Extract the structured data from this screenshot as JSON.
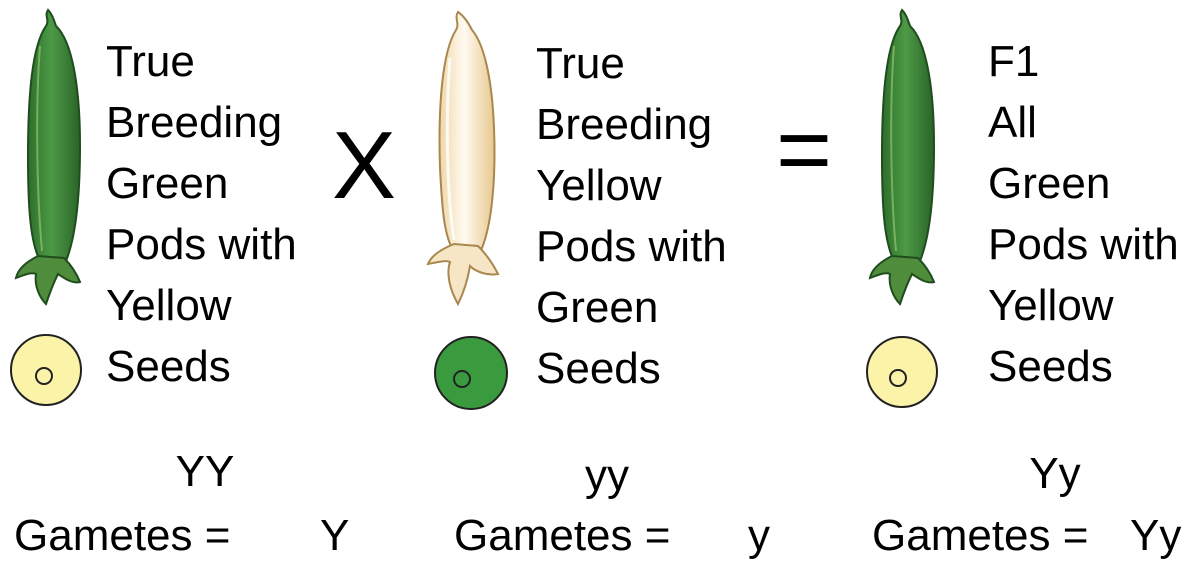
{
  "parent1": {
    "lines": [
      "True",
      "Breeding",
      "Green",
      "Pods with",
      "Yellow",
      "Seeds"
    ],
    "genotype": "YY",
    "gametes_label": "Gametes =",
    "gametes_value": "Y",
    "pod_color": "#3f8a3a",
    "seed_color": "#fbf4a8",
    "pod_icon": "green-pea-pod-icon",
    "seed_icon": "yellow-seed-icon"
  },
  "cross_symbol": "X",
  "parent2": {
    "lines": [
      "True",
      "Breeding",
      "Yellow",
      "Pods with",
      "Green",
      "Seeds"
    ],
    "genotype": "yy",
    "gametes_label": "Gametes =",
    "gametes_value": "y",
    "pod_color": "#fbeed0",
    "seed_color": "#3a9a3e",
    "pod_icon": "yellow-pea-pod-icon",
    "seed_icon": "green-seed-icon"
  },
  "equals_symbol": "=",
  "offspring": {
    "lines": [
      "F1",
      "All",
      "Green",
      "Pods with",
      "Yellow",
      "Seeds"
    ],
    "genotype": "Yy",
    "gametes_label": "Gametes =",
    "gametes_value": "Yy",
    "pod_color": "#3f8a3a",
    "seed_color": "#fbf4a8",
    "pod_icon": "green-pea-pod-icon",
    "seed_icon": "yellow-seed-icon"
  }
}
